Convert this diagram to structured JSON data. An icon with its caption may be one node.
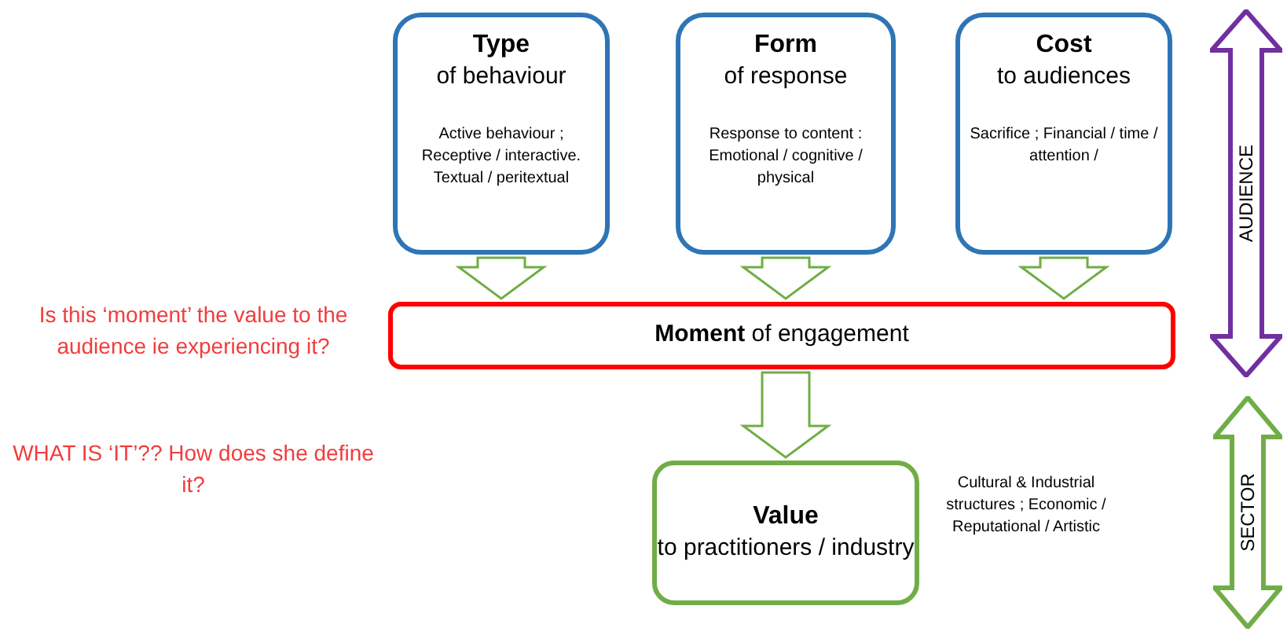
{
  "diagram": {
    "nodes": [
      {
        "text": [
          "Type",
          "of behaviour",
          "Active behaviour ; Receptive / interactive. Textual / peritextual"
        ]
      },
      {
        "text": [
          "Form",
          "of response",
          "Response to content : Emotional / cognitive / physical"
        ]
      },
      {
        "text": [
          "Cost",
          "to audiences",
          "Sacrifice ; Financial / time / attention /"
        ]
      },
      {
        "text": [
          "**Moment** of engagement"
        ]
      },
      {
        "text": [
          "Value",
          "to practitioners / industry"
        ],
        "beside": [
          "Cultural & Industrial structures ; Economic  / Reputational / Artistic"
        ]
      },
      {
        "text": [
          "AUDIENCE"
        ]
      },
      {
        "text": [
          "SECTOR"
        ]
      }
    ],
    "edges": [
      {
        "from": 0,
        "to": 3,
        "arrow": "to"
      },
      {
        "from": 1,
        "to": 3,
        "arrow": "to"
      },
      {
        "from": 2,
        "to": 3,
        "arrow": "to"
      },
      {
        "from": 3,
        "to": 4,
        "arrow": "to"
      }
    ],
    "labels": [
      "Is this ‘moment’ the value to the audience ie experiencing it?",
      "WHAT IS ‘IT’?? How does she define it?"
    ]
  }
}
